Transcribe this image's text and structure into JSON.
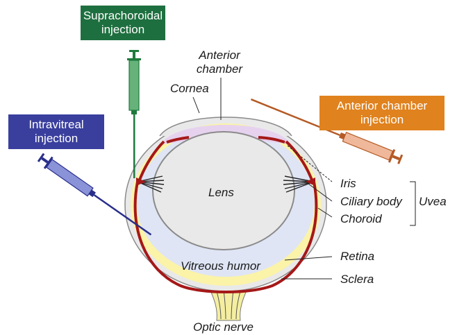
{
  "colors": {
    "suprachoroidal_box": "#1e6f3f",
    "intravitreal_box": "#3a3f9e",
    "anterior_chamber_box": "#e0821e",
    "sclera": "#e9e9e9",
    "anterior_chamber_fill": "#e6d2ef",
    "vitreous_fill": "#dfe5f5",
    "lens_fill": "#e9e9e9",
    "choroid": "#a51818",
    "retina": "#fbf3a8"
  },
  "icons": {
    "suprachoroidal_syringe": "green-syringe-icon",
    "intravitreal_syringe": "blue-syringe-icon",
    "anterior_syringe": "orange-syringe-icon"
  },
  "boxes": {
    "suprachoroidal": {
      "line1": "Suprachoroidal",
      "line2": "injection"
    },
    "intravitreal": {
      "line1": "Intravitreal",
      "line2": "injection"
    },
    "anterior": {
      "line1": "Anterior chamber",
      "line2": "injection"
    }
  },
  "labels": {
    "anterior_chamber_1": "Anterior",
    "anterior_chamber_2": "chamber",
    "cornea": "Cornea",
    "lens": "Lens",
    "iris": "Iris",
    "ciliary_body": "Ciliary body",
    "choroid": "Choroid",
    "uvea": "Uvea",
    "retina": "Retina",
    "sclera": "Sclera",
    "vitreous_humor": "Vitreous humor",
    "optic_nerve": "Optic nerve"
  }
}
